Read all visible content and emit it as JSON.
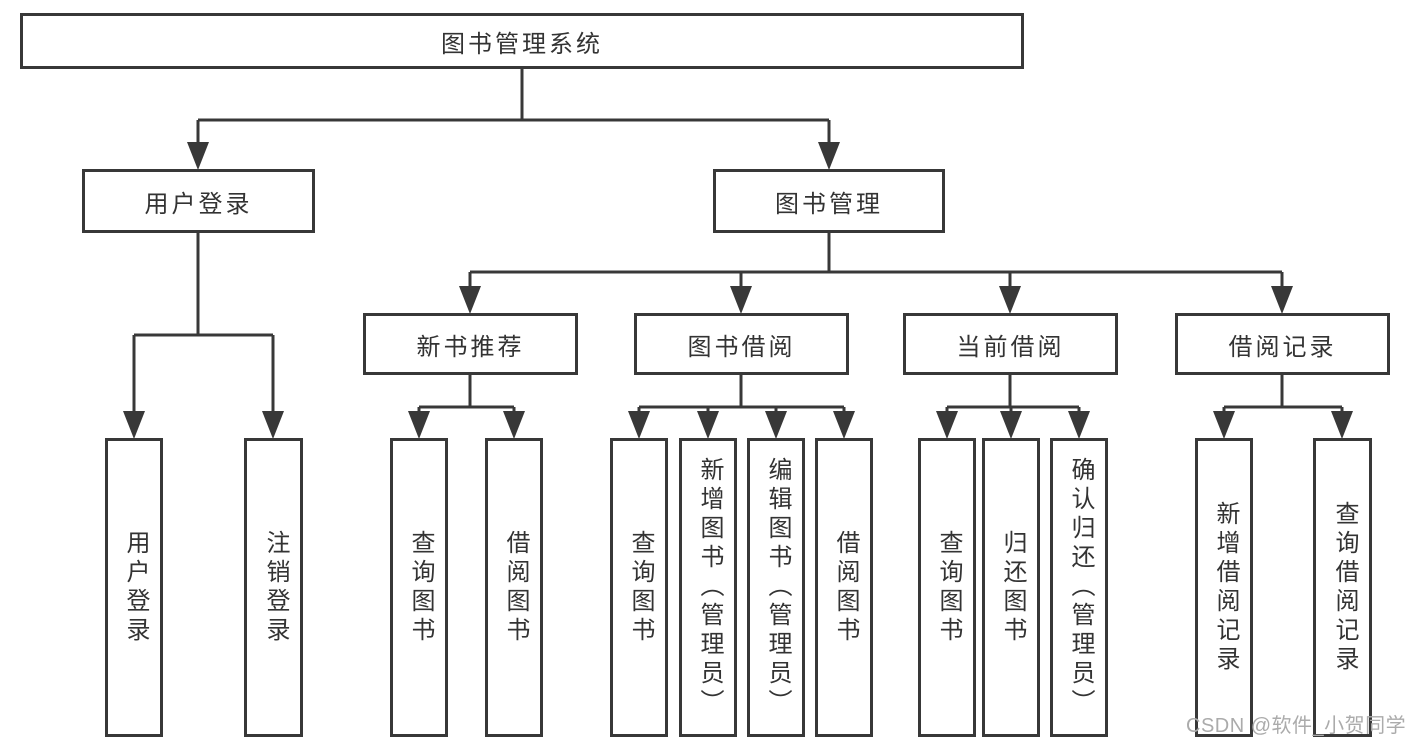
{
  "tree": {
    "label": "图书管理系统",
    "children": [
      {
        "label": "用户登录",
        "children": [
          {
            "label": "用户登录"
          },
          {
            "label": "注销登录"
          }
        ]
      },
      {
        "label": "图书管理",
        "children": [
          {
            "label": "新书推荐",
            "children": [
              {
                "label": "查询图书"
              },
              {
                "label": "借阅图书"
              }
            ]
          },
          {
            "label": "图书借阅",
            "children": [
              {
                "label": "查询图书"
              },
              {
                "label": "新增图书（管理员）"
              },
              {
                "label": "编辑图书（管理员）"
              },
              {
                "label": "借阅图书"
              }
            ]
          },
          {
            "label": "当前借阅",
            "children": [
              {
                "label": "查询图书"
              },
              {
                "label": "归还图书"
              },
              {
                "label": "确认归还（管理员）"
              }
            ]
          },
          {
            "label": "借阅记录",
            "children": [
              {
                "label": "新增借阅记录"
              },
              {
                "label": "查询借阅记录"
              }
            ]
          }
        ]
      }
    ]
  },
  "watermark": {
    "text": "CSDN @软件_小贺同学"
  },
  "colors": {
    "line": "#383838",
    "text": "#333333",
    "watermark": "#ababab",
    "background": "#ffffff"
  }
}
